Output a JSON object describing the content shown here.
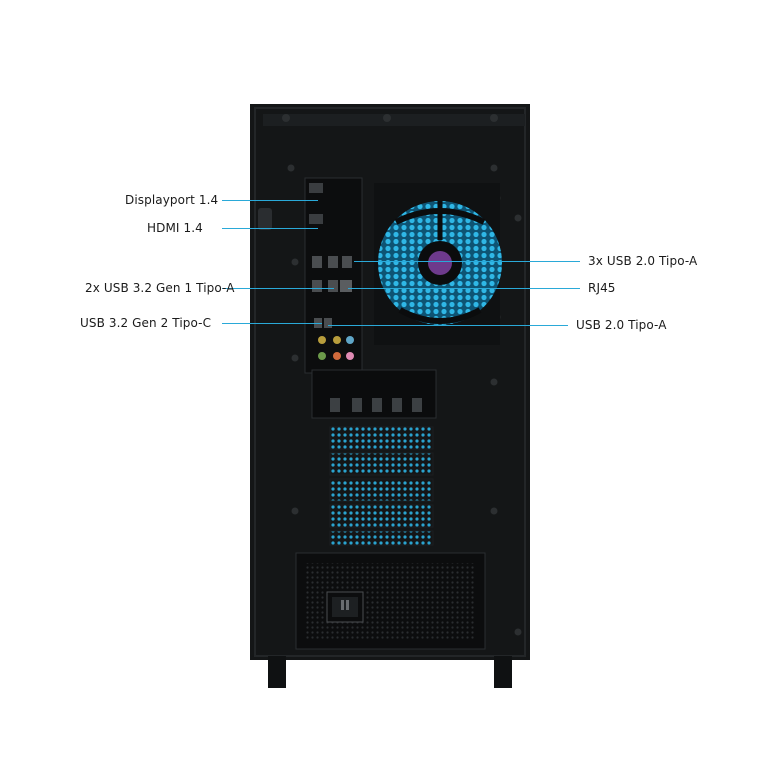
{
  "callouts": {
    "left": [
      {
        "text": "Displayport 1.4"
      },
      {
        "text": "HDMI 1.4"
      },
      {
        "text": "2x USB 3.2 Gen 1 Tipo-A"
      },
      {
        "text": "USB 3.2 Gen 2 Tipo-C"
      }
    ],
    "right": [
      {
        "text": "3x USB 2.0 Tipo-A"
      },
      {
        "text": "RJ45"
      },
      {
        "text": "USB 2.0 Tipo-A"
      }
    ]
  },
  "colors": {
    "case": "#141617",
    "case_edge": "#232628",
    "fan_glow": "#2fb7e6",
    "leader_line": "#2aa9d8",
    "text": "#1b1b1b"
  },
  "icons": [
    "fan-icon",
    "power-socket-icon",
    "usb-port-icon",
    "ethernet-port-icon",
    "audio-jack-icon"
  ]
}
